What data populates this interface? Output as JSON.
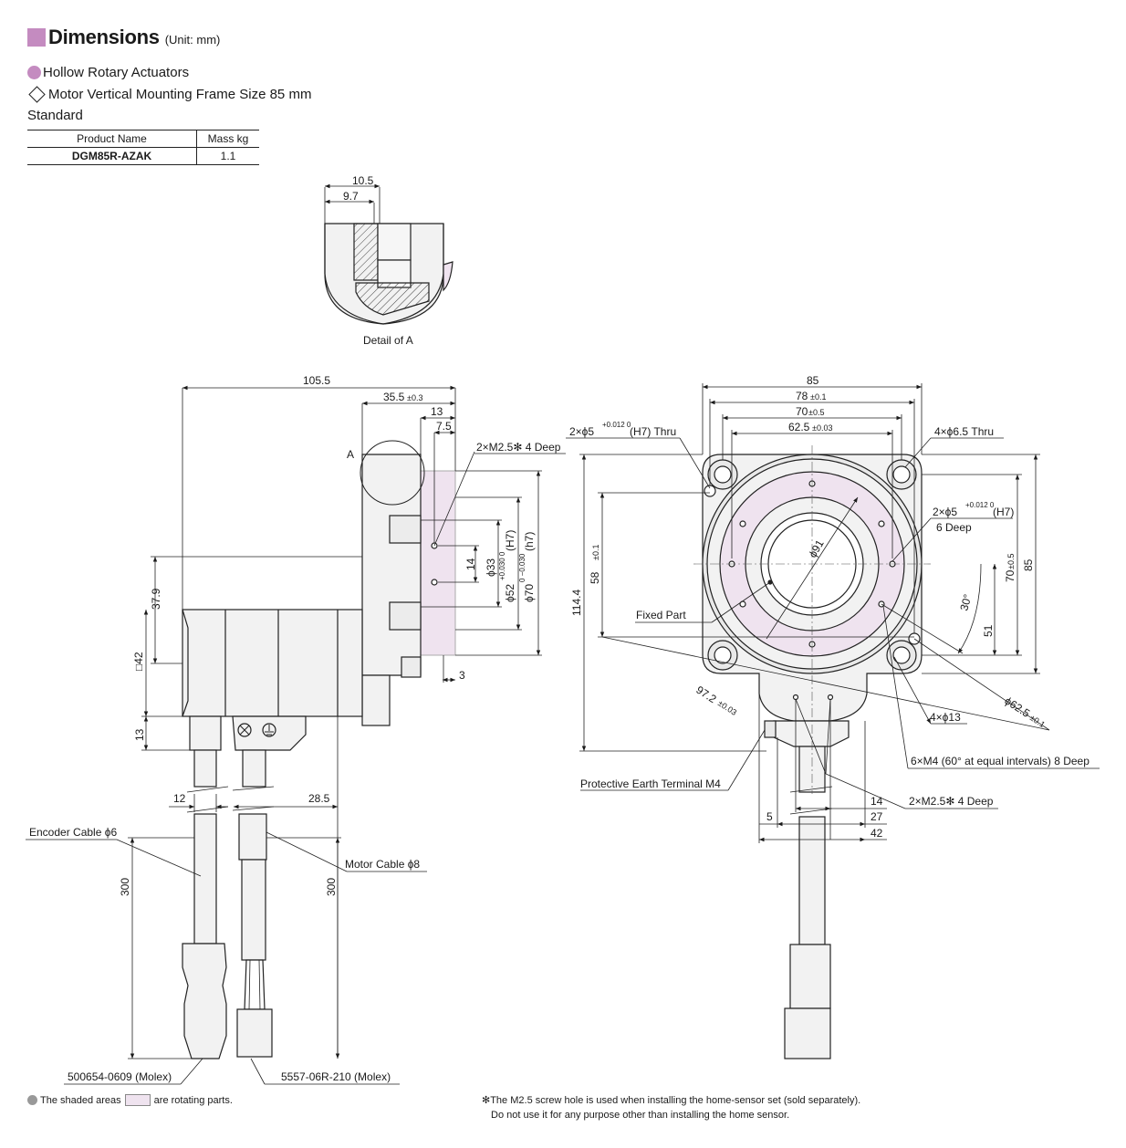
{
  "header": {
    "title": "Dimensions",
    "unit": "(Unit: mm)"
  },
  "subtitle1": "Hollow Rotary Actuators",
  "subtitle2": "Motor Vertical Mounting Frame Size 85 mm",
  "subtitle3": "Standard",
  "spec_table": {
    "headers": [
      "Product Name",
      "Mass kg"
    ],
    "rows": [
      [
        "DGM85R-AZAK",
        "1.1"
      ]
    ]
  },
  "detail": {
    "caption": "Detail of A",
    "dim_105": "10.5",
    "dim_97": "9.7"
  },
  "side": {
    "d1055": "105.5",
    "d355": "35.5",
    "d355_tol": "±0.3",
    "d13a": "13",
    "d75": "7.5",
    "m25": "2×M2.5✻ 4 Deep",
    "d379": "37.9",
    "sq42": "□42",
    "d14": "14",
    "phi33": "ϕ33",
    "phi52": "ϕ52",
    "phi52_tol": "+0.030 0",
    "h7": "(H7)",
    "phi70": "ϕ70",
    "phi70_tol": "0 −0.030",
    "h7b": "(h7)",
    "d3": "3",
    "d13b": "13",
    "d12": "12",
    "d285": "28.5",
    "encoder": "Encoder Cable ϕ6",
    "motor": "Motor Cable ϕ8",
    "d300a": "300",
    "d300b": "300",
    "conn1": "500654-0609 (Molex)",
    "conn2": "5557-06R-210 (Molex)",
    "label_a": "A"
  },
  "front": {
    "d85": "85",
    "d78": "78",
    "d78_tol": "±0.1",
    "d70": "70",
    "d70_tol": "±0.5",
    "d625": "62.5",
    "d625_tol": "±0.03",
    "phi5thru": "2×ϕ5",
    "phi5thru_tol": "+0.012 0",
    "phi5thru_suffix": "(H7) Thru",
    "phi65": "4×ϕ6.5 Thru",
    "phi5deep": "2×ϕ5",
    "phi5deep_tol": "+0.012 0",
    "phi5deep_suffix": "(H7)",
    "deep6": "6 Deep",
    "phi91": "ϕ91",
    "d58": "58",
    "d58_tol": "±0.1",
    "d1144": "114.4",
    "d70v": "70",
    "d70v_tol": "±0.5",
    "d85v": "85",
    "d30": "30°",
    "d51": "51",
    "fixed": "Fixed Part",
    "d972": "97.2",
    "d972_tol": "±0.03",
    "phi13": "4×ϕ13",
    "phi625": "ϕ62.5",
    "phi625_tol": "±0.1",
    "m4": "6×M4 (60° at equal intervals) 8 Deep",
    "pe": "Protective Earth Terminal M4",
    "m25b": "2×M2.5✻ 4 Deep",
    "d14": "14",
    "d5": "5",
    "d27": "27",
    "d42": "42"
  },
  "footer": {
    "shaded_a": "The shaded areas",
    "shaded_b": "are rotating parts.",
    "note1": "✻The M2.5 screw hole is used when installing the home-sensor set (sold separately).",
    "note2": "Do not use it for any purpose other than installing the home sensor."
  }
}
